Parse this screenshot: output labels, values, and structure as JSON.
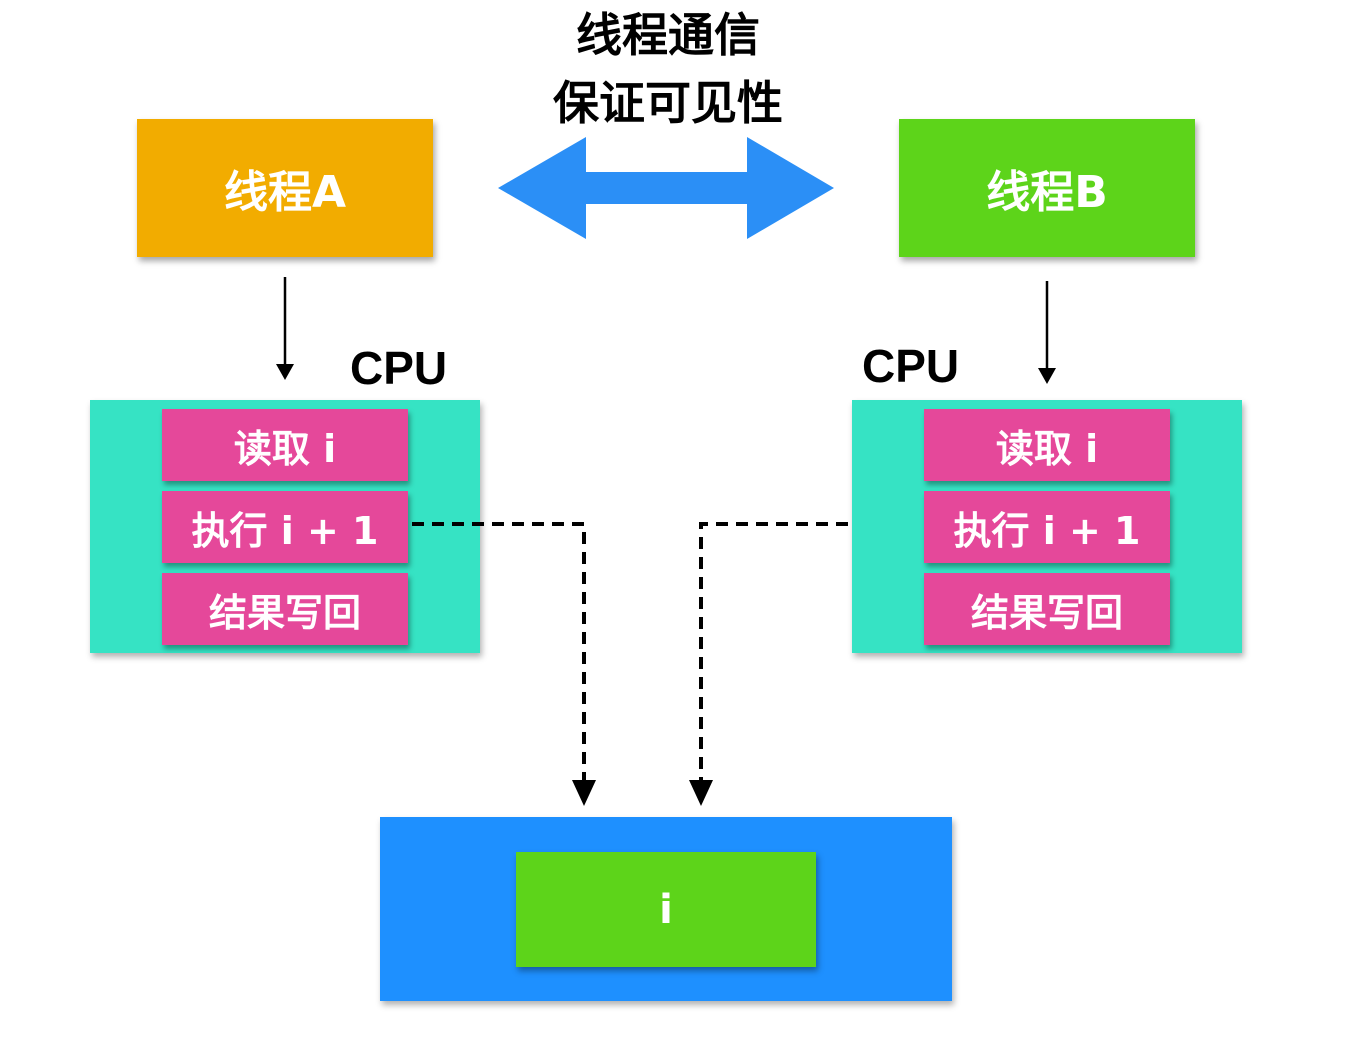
{
  "title": {
    "line1": "线程通信",
    "line2": "保证可见性"
  },
  "thread_a": {
    "label": "线程A",
    "color": "#F2AC00"
  },
  "thread_b": {
    "label": "线程B",
    "color": "#5DD41A"
  },
  "cpu_a": {
    "label": "CPU",
    "panel_color": "#36E3C4",
    "steps": [
      "读取 i",
      "执行 i + 1",
      "结果写回"
    ],
    "step_color": "#E5489A"
  },
  "cpu_b": {
    "label": "CPU",
    "panel_color": "#36E3C4",
    "steps": [
      "读取 i",
      "执行 i + 1",
      "结果写回"
    ],
    "step_color": "#E5489A"
  },
  "main_memory": {
    "color": "#1E90FF",
    "variable": {
      "label": "i",
      "color": "#5DD41A"
    }
  },
  "communication_arrow": {
    "color": "#2B8FF6"
  }
}
